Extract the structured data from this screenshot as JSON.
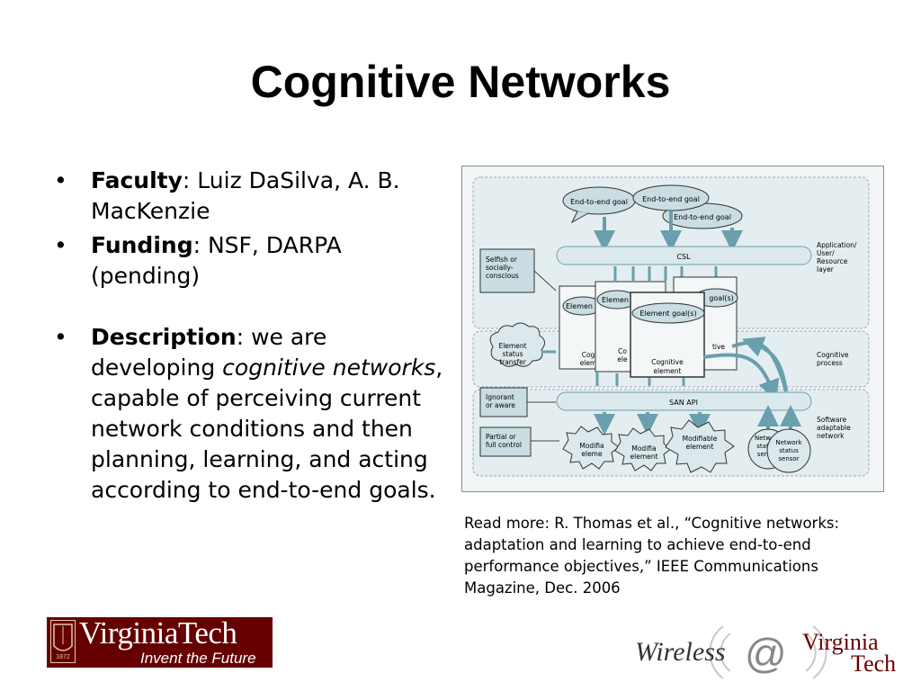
{
  "slide": {
    "title": "Cognitive Networks",
    "bullets": {
      "faculty_label": "Faculty",
      "faculty_value": ": Luiz DaSilva, A. B. MacKenzie",
      "funding_label": "Funding",
      "funding_value": ": NSF, DARPA (pending)",
      "description_label": "Description",
      "description_pre": ": we are developing ",
      "description_em": "cognitive networks",
      "description_post": ", capable of perceiving current network conditions and then planning, learning, and acting according to end-to-end goals."
    },
    "read_more": "Read more: R. Thomas et al., “Cognitive networks: adaptation and learning to achieve end-to-end performance objectives,” IEEE Communications Magazine, Dec. 2006"
  },
  "diagram": {
    "goals": [
      "End-to-end goal",
      "End-to-end goal",
      "End-to-end goal"
    ],
    "csl": "CSL",
    "san_api": "SAN API",
    "layers": [
      "Application/",
      "User/",
      "Resource",
      "layer",
      "Cognitive",
      "process",
      "Software",
      "adaptable",
      "network"
    ],
    "side_boxes": [
      "Selfish or",
      "socially-",
      "conscious",
      "Ignorant",
      "or aware",
      "Partial or",
      "full control"
    ],
    "status_cloud": [
      "Element",
      "status",
      "transfer"
    ],
    "elements": {
      "back_goal": "Elemen",
      "mid_goal": "Elemen",
      "front_goal": "Element goal(s)",
      "right_goal": "goal(s)",
      "front_label": [
        "Cognitive",
        "element"
      ],
      "back_label": [
        "Cog",
        "elem"
      ],
      "mid_label": [
        "Co",
        "ele"
      ],
      "right_label": [
        "tive"
      ]
    },
    "modifiables": [
      "Modifia",
      "eleme",
      "Modifia",
      "element",
      "Modifiable",
      "element"
    ],
    "sensors": [
      "Netw",
      "stat",
      "sen",
      "Network",
      "status",
      "sensor"
    ]
  },
  "logos": {
    "vt_name": "VirginiaTech",
    "vt_tagline": "Invent the Future",
    "vt_seal_year": "1872",
    "wireless": "Wireless",
    "at": "@",
    "virginia": "Virginia",
    "tech": "Tech"
  },
  "colors": {
    "vt_maroon": "#660000",
    "diagram_teal": "#6a9fad",
    "diagram_fill": "#dbe9ec",
    "goal_fill": "#c9dde2"
  }
}
